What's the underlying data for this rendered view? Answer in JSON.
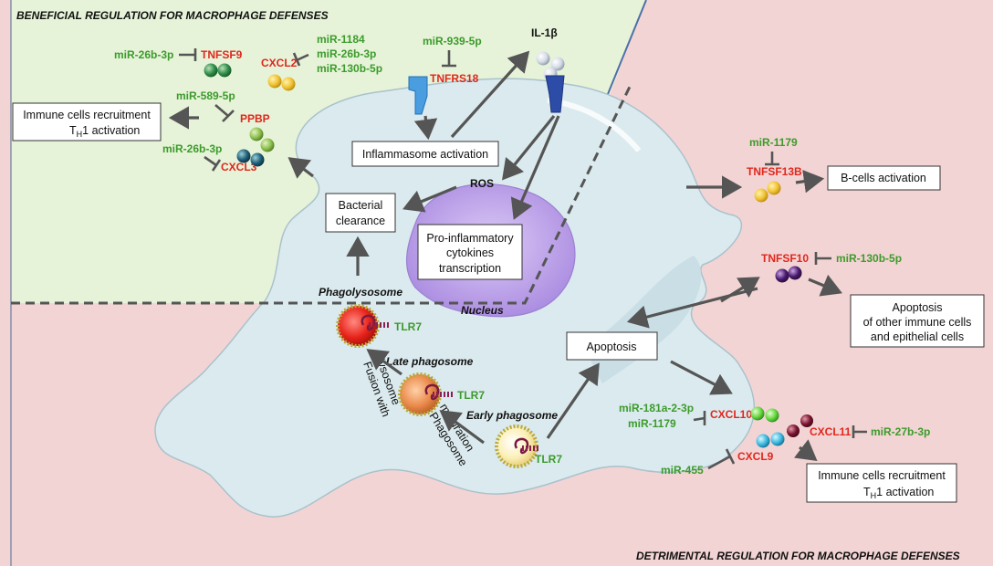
{
  "regions": {
    "top_title": "BENEFICIAL REGULATION FOR MACROPHAGE DEFENSES",
    "bottom_title": "DETRIMENTAL REGULATION FOR MACROPHAGE DEFENSES"
  },
  "mirnas": {
    "m26b_a": "miR-26b-3p",
    "m1184": "miR-1184",
    "m26b_b": "miR-26b-3p",
    "m130b_a": "miR-130b-5p",
    "m939": "miR-939-5p",
    "m589": "miR-589-5p",
    "m26b_c": "miR-26b-3p",
    "m1179_a": "miR-1179",
    "m130b_b": "miR-130b-5p",
    "m181": "miR-181a-2-3p",
    "m1179_b": "miR-1179",
    "m27b": "miR-27b-3p",
    "m455": "miR-455"
  },
  "genes": {
    "tnfsf9": "TNFSF9",
    "cxcl2": "CXCL2",
    "tnfrs18": "TNFRS18",
    "ppbp": "PPBP",
    "cxcl3": "CXCL3",
    "tnfsf13b": "TNFSF13B",
    "tnfsf10": "TNFSF10",
    "cxcl10": "CXCL10",
    "cxcl11": "CXCL11",
    "cxcl9": "CXCL9"
  },
  "labels": {
    "il1b": "IL-1β",
    "ros": "ROS",
    "tlr7": "TLR7",
    "nucleus": "Nucleus",
    "phagolysosome": "Phagolysosome",
    "late_phagosome": "Late phagosome",
    "early_phagosome": "Early phagosome",
    "fusion_1": "Fusion with",
    "fusion_2": "lysosome",
    "maturation_1": "Phagosome",
    "maturation_2": "maturation"
  },
  "boxes": {
    "immune_top_1": "Immune cells recruitment",
    "immune_top_2": "1 activation",
    "inflammasome": "Inflammasome activation",
    "bacterial_1": "Bacterial",
    "bacterial_2": "clearance",
    "proinf_1": "Pro-inflammatory",
    "proinf_2": "cytokines",
    "proinf_3": "transcription",
    "bcell": "B-cells activation",
    "apop_other_1": "Apoptosis",
    "apop_other_2": "of other immune cells",
    "apop_other_3": "and epithelial cells",
    "apoptosis": "Apoptosis",
    "immune_bot_1": "Immune cells recruitment",
    "immune_bot_2": "1 activation",
    "th_T": "T",
    "th_H": "H"
  },
  "colors": {
    "beneficial_bg": "#e6f3d8",
    "detrimental_bg": "#f3d4d4",
    "cell": "#dbeaee",
    "nucleus": "#c9b4ee",
    "mirna": "#3c9b2c",
    "gene": "#e0271d",
    "arrow": "#555555"
  }
}
